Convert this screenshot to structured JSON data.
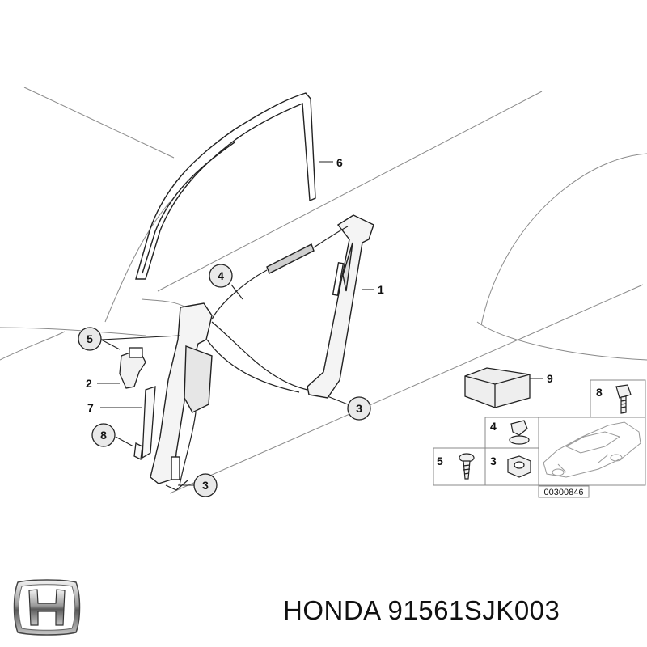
{
  "callouts": {
    "c1": "1",
    "c2": "2",
    "c3a": "3",
    "c3b": "3",
    "c4": "4",
    "c5": "5",
    "c6": "6",
    "c7": "7",
    "c8": "8",
    "c9": "9"
  },
  "kit": {
    "n8": "8",
    "n4": "4",
    "n5": "5",
    "n3": "3"
  },
  "reference_code": "00300846",
  "caption": {
    "brand": "HONDA",
    "part_number": "91561SJK003"
  },
  "colors": {
    "line": "#222222",
    "body_outline": "#888888"
  }
}
